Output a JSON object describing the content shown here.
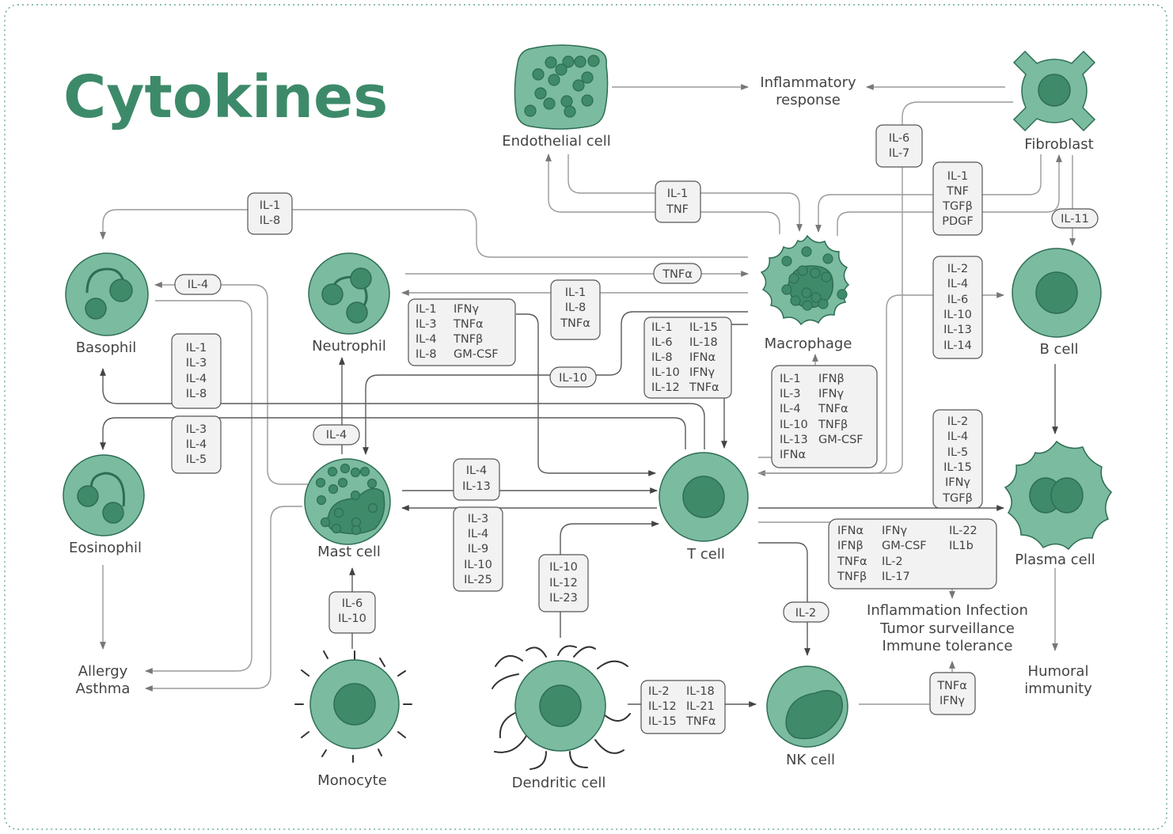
{
  "title": "Cytokines",
  "cells": {
    "endothelial": "Endothelial cell",
    "fibroblast": "Fibroblast",
    "basophil": "Basophil",
    "neutrophil": "Neutrophil",
    "macrophage": "Macrophage",
    "b_cell": "B cell",
    "eosinophil": "Eosinophil",
    "mast_cell": "Mast cell",
    "t_cell": "T cell",
    "plasma_cell": "Plasma cell",
    "monocyte": "Monocyte",
    "dendritic_cell": "Dendritic cell",
    "nk_cell": "NK cell"
  },
  "outcomes": {
    "inflammatory_response": [
      "Inflammatory",
      "response"
    ],
    "allergy_asthma": [
      "Allergy",
      "Asthma"
    ],
    "t_cell_effects": [
      "Inflammation Infection",
      "Tumor surveillance",
      "Immune tolerance"
    ],
    "humoral_immunity": [
      "Humoral",
      "immunity"
    ]
  },
  "cytokine_boxes": {
    "il1_il8_top": [
      "IL-1",
      "IL-8"
    ],
    "il1_tnf_endothelial": [
      "IL-1",
      "TNF"
    ],
    "il6_il7": [
      "IL-6",
      "IL-7"
    ],
    "fibroblast_factors": [
      "IL-1",
      "TNF",
      "TGFβ",
      "PDGF"
    ],
    "il11": [
      "IL-11"
    ],
    "tnfa_neutrophil": [
      "TNFα"
    ],
    "il4_basophil": [
      "IL-4"
    ],
    "il1_il8_tnfa": [
      "IL-1",
      "IL-8",
      "TNFα"
    ],
    "neutrophil_tcell": [
      [
        "IL-1",
        "IFNγ"
      ],
      [
        "IL-3",
        "TNFα"
      ],
      [
        "IL-4",
        "TNFβ"
      ],
      [
        "IL-8",
        "GM-CSF"
      ]
    ],
    "il2_to_il14": [
      "IL-2",
      "IL-4",
      "IL-6",
      "IL-10",
      "IL-13",
      "IL-14"
    ],
    "il1_il3_il4_il8": [
      "IL-1",
      "IL-3",
      "IL-4",
      "IL-8"
    ],
    "il10_neutrophil": [
      "IL-10"
    ],
    "macrophage_tcell": [
      [
        "IL-1",
        "IL-15"
      ],
      [
        "IL-6",
        "IL-18"
      ],
      [
        "IL-8",
        "IFNα"
      ],
      [
        "IL-10",
        "IFNγ"
      ],
      [
        "IL-12",
        "TNFα"
      ]
    ],
    "tcell_macrophage": [
      [
        "IL-1",
        "IFNβ"
      ],
      [
        "IL-3",
        "IFNγ"
      ],
      [
        "IL-4",
        "TNFα"
      ],
      [
        "IL-10",
        "TNFβ"
      ],
      [
        "IL-13",
        "GM-CSF"
      ],
      [
        "IFNα",
        ""
      ]
    ],
    "il3_il4_il5": [
      "IL-3",
      "IL-4",
      "IL-5"
    ],
    "il4_mast": [
      "IL-4"
    ],
    "il4_il13": [
      "IL-4",
      "IL-13"
    ],
    "mast_tcell": [
      "IL-3",
      "IL-4",
      "IL-9",
      "IL-10",
      "IL-25"
    ],
    "plasma_factors": [
      "IL-2",
      "IL-4",
      "IL-5",
      "IL-15",
      "IFNγ",
      "TGFβ"
    ],
    "tcell_effects": [
      [
        "IFNα",
        "IFNγ",
        "IL-22"
      ],
      [
        "IFNβ",
        "GM-CSF",
        "IL1b"
      ],
      [
        "TNFα",
        "IL-2",
        ""
      ],
      [
        "TNFβ",
        "IL-17",
        ""
      ]
    ],
    "il6_il10_monocyte": [
      "IL-6",
      "IL-10"
    ],
    "dendritic_tcell": [
      "IL-10",
      "IL-12",
      "IL-23"
    ],
    "il2_nk": [
      "IL-2"
    ],
    "dendritic_nk": [
      [
        "IL-2",
        "IL-18"
      ],
      [
        "IL-12",
        "IL-21"
      ],
      [
        "IL-15",
        "TNFα"
      ]
    ],
    "nk_effects": [
      "TNFα",
      "IFNγ"
    ]
  }
}
